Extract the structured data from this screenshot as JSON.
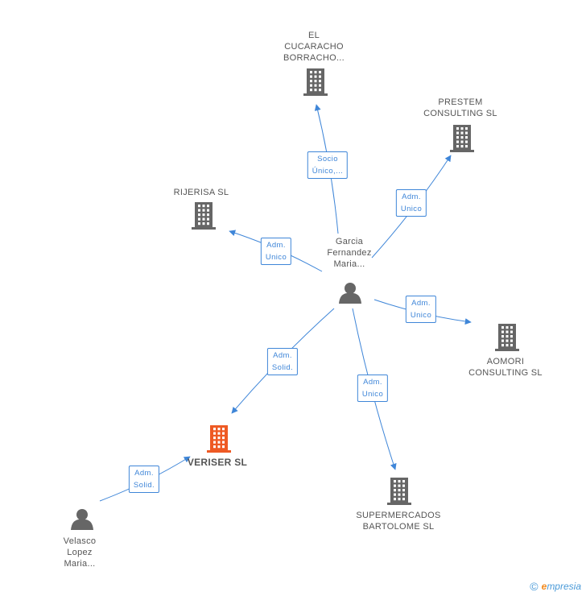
{
  "colors": {
    "edge": "#3f86d8",
    "building": "#666666",
    "building_highlight": "#ee5a24",
    "person": "#666666"
  },
  "nodes": [
    {
      "id": "garcia",
      "type": "person",
      "label": "Garcia\nFernandez\nMaria...",
      "icon": "person-icon"
    },
    {
      "id": "el_cucaracho",
      "type": "company",
      "label": "EL\nCUCARACHO\nBORRACHO...",
      "icon": "building-icon"
    },
    {
      "id": "prestem",
      "type": "company",
      "label": "PRESTEM\nCONSULTING SL",
      "icon": "building-icon"
    },
    {
      "id": "rijerisa",
      "type": "company",
      "label": "RIJERISA SL",
      "icon": "building-icon"
    },
    {
      "id": "aomori",
      "type": "company",
      "label": "AOMORI\nCONSULTING SL",
      "icon": "building-icon"
    },
    {
      "id": "veriser",
      "type": "company",
      "label": "VERISER SL",
      "icon": "building-icon",
      "highlight": true
    },
    {
      "id": "supermercados",
      "type": "company",
      "label": "SUPERMERCADOS\nBARTOLOME SL",
      "icon": "building-icon"
    },
    {
      "id": "velasco",
      "type": "person",
      "label": "Velasco\nLopez\nMaria...",
      "icon": "person-icon"
    }
  ],
  "edges": [
    {
      "from": "garcia",
      "to": "el_cucaracho",
      "label": "Socio\nÚnico,..."
    },
    {
      "from": "garcia",
      "to": "prestem",
      "label": "Adm.\nUnico"
    },
    {
      "from": "garcia",
      "to": "rijerisa",
      "label": "Adm.\nUnico"
    },
    {
      "from": "garcia",
      "to": "aomori",
      "label": "Adm.\nUnico"
    },
    {
      "from": "garcia",
      "to": "veriser",
      "label": "Adm.\nSolid."
    },
    {
      "from": "garcia",
      "to": "supermercados",
      "label": "Adm.\nUnico"
    },
    {
      "from": "velasco",
      "to": "veriser",
      "label": "Adm.\nSolid."
    }
  ],
  "footer": {
    "copyright": "©",
    "brand_initial": "e",
    "brand_rest": "mpresia"
  }
}
